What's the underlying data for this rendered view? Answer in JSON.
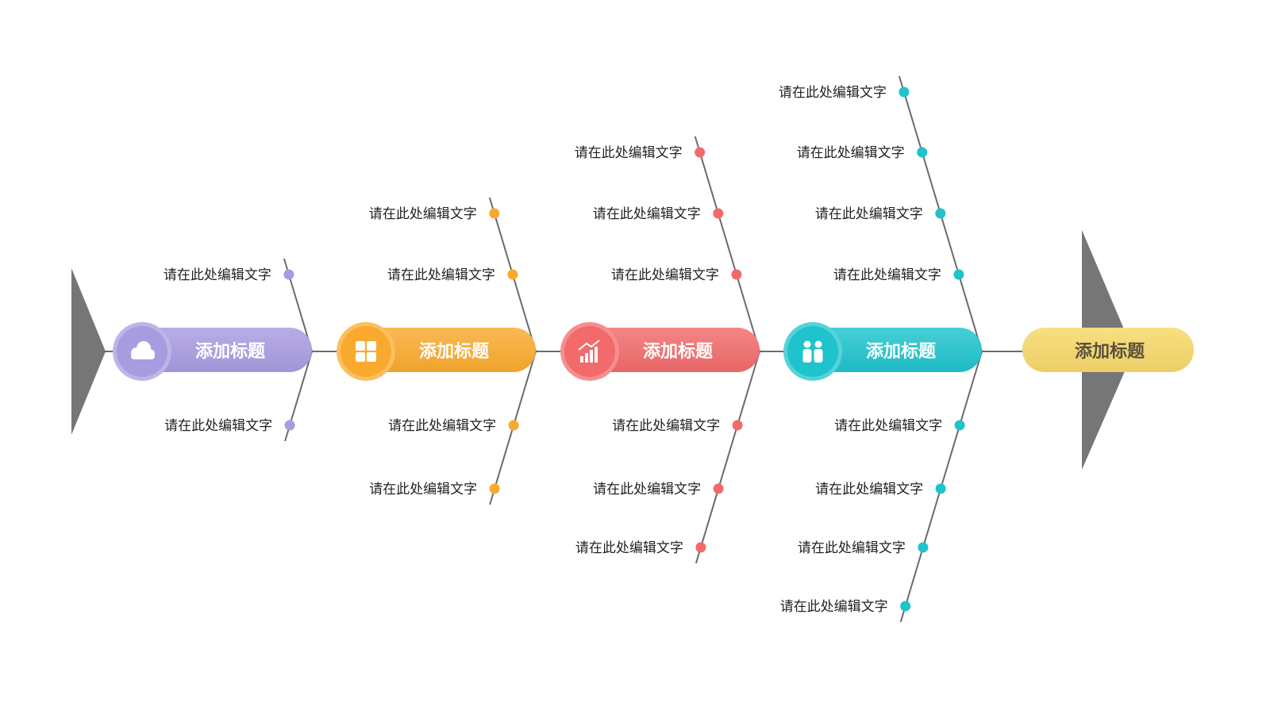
{
  "diagram": {
    "type": "fishbone",
    "head": {
      "label": "添加标题",
      "color": "#f7d96b"
    },
    "spine_color": "#6b6b6b",
    "tail_color": "#767676",
    "categories": [
      {
        "label": "添加标题",
        "icon": "cloud-icon",
        "color": "#a89be0",
        "upper": [
          "请在此处编辑文字"
        ],
        "lower": [
          "请在此处编辑文字"
        ]
      },
      {
        "label": "添加标题",
        "icon": "grid-icon",
        "color": "#f9aa2e",
        "upper": [
          "请在此处编辑文字",
          "请在此处编辑文字"
        ],
        "lower": [
          "请在此处编辑文字",
          "请在此处编辑文字"
        ]
      },
      {
        "label": "添加标题",
        "icon": "bar-chart-icon",
        "color": "#f26a6a",
        "upper": [
          "请在此处编辑文字",
          "请在此处编辑文字",
          "请在此处编辑文字"
        ],
        "lower": [
          "请在此处编辑文字",
          "请在此处编辑文字",
          "请在此处编辑文字"
        ]
      },
      {
        "label": "添加标题",
        "icon": "users-icon",
        "color": "#1ec3cc",
        "upper": [
          "请在此处编辑文字",
          "请在此处编辑文字",
          "请在此处编辑文字",
          "请在此处编辑文字"
        ],
        "lower": [
          "请在此处编辑文字",
          "请在此处编辑文字",
          "请在此处编辑文字",
          "请在此处编辑文字"
        ]
      }
    ]
  }
}
